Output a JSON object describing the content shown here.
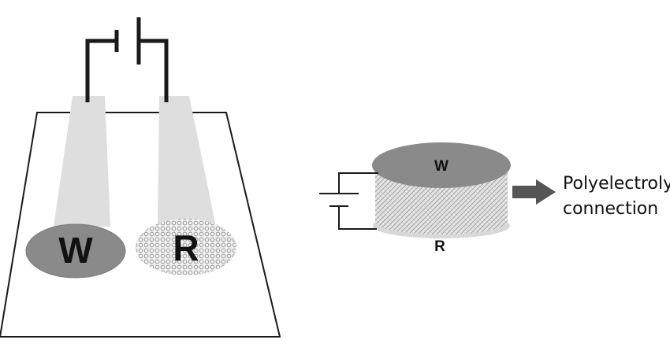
{
  "left_figure": {
    "working_label": "W",
    "reference_label": "R"
  },
  "right_figure": {
    "working_label": "W",
    "reference_label": "R",
    "arrow_text_line1": "Polyelectrolyte",
    "arrow_text_line2": "connection"
  },
  "colors": {
    "working_electrode": "#8a8a8a",
    "reference_fill": "#d8d8d8",
    "wire": "#1a1a1a",
    "trace": "#dcdcdc",
    "arrow": "#555555"
  }
}
